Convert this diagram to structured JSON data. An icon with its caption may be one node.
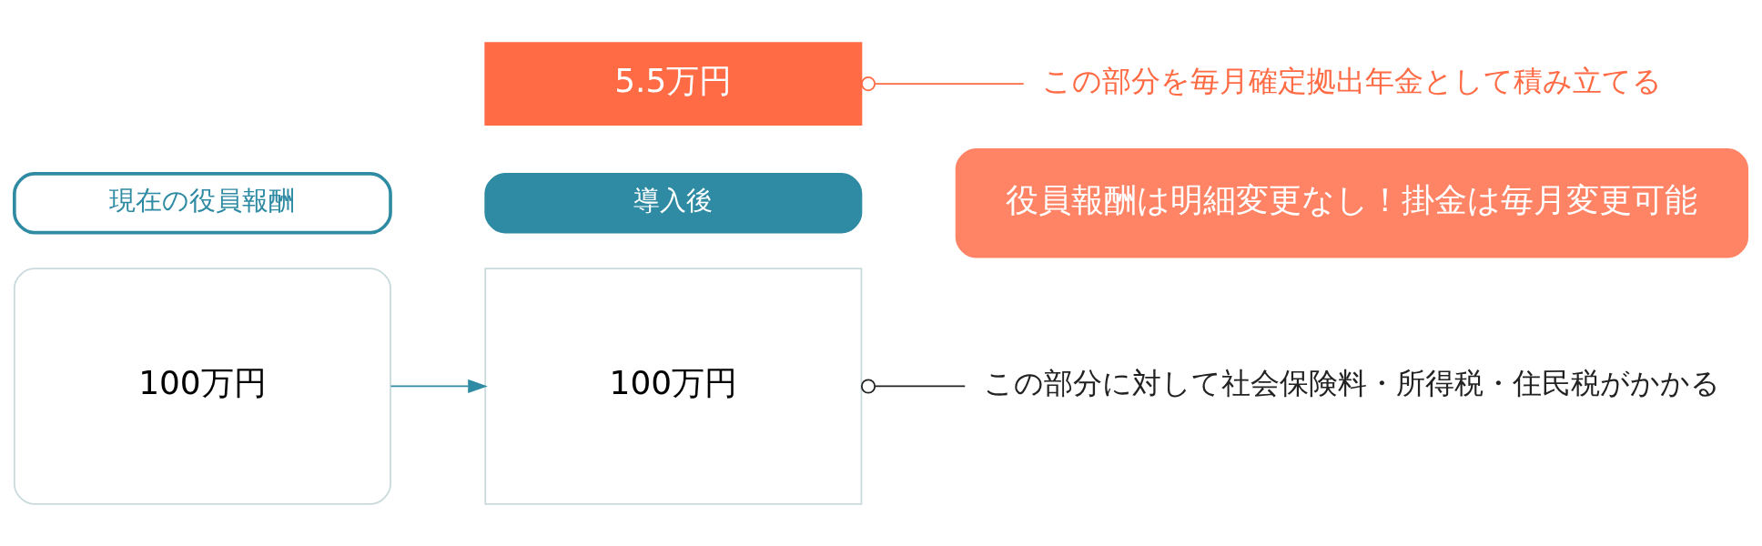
{
  "diagram": {
    "nodes": [
      {
        "text": [
          "100万円"
        ]
      },
      {
        "text": [
          "現在の役員報酬"
        ]
      },
      {
        "text": [
          "5.5万円"
        ]
      },
      {
        "text": [
          "100万円"
        ]
      },
      {
        "text": [
          "導入後"
        ]
      },
      {
        "text": [
          "この部分を毎月確定拠出年金として積み立てる"
        ]
      },
      {
        "text": [
          "この部分に対して社会保険料・所得税・住民税がかかる"
        ]
      },
      {
        "text": [
          "役員報酬は明細変更なし！掛金は毎月変更可能"
        ]
      }
    ],
    "edges": [
      {
        "from": 0,
        "to": 3,
        "arrow": "to",
        "color": "#2e8ba3"
      },
      {
        "from": 2,
        "to": 5,
        "arrow": "other",
        "color": "#ff6b45"
      },
      {
        "from": 3,
        "to": 6,
        "arrow": "other",
        "color": "#222222"
      }
    ]
  }
}
